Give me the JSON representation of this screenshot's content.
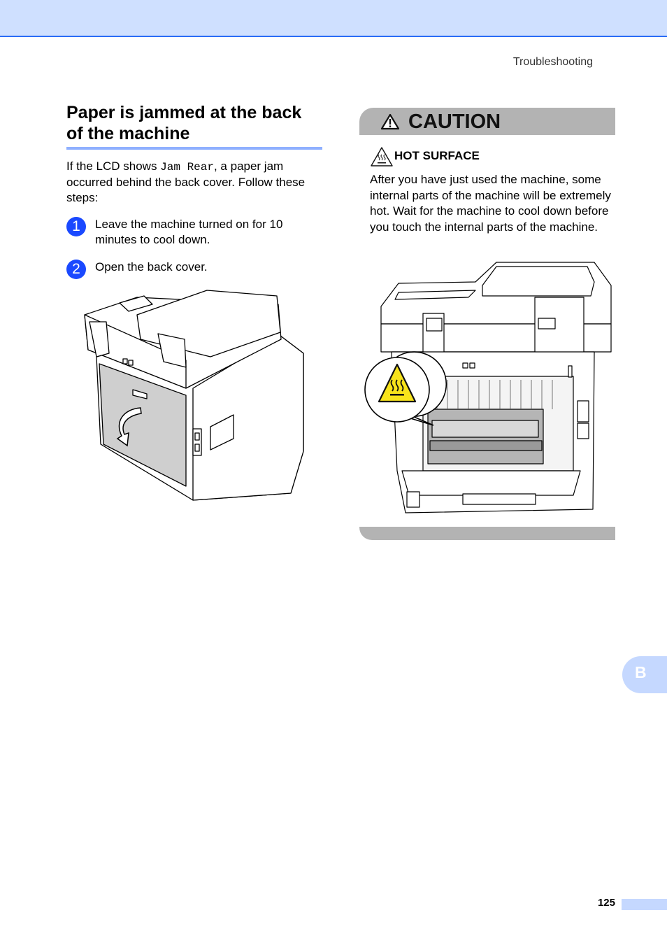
{
  "header": {
    "running_head": "Troubleshooting"
  },
  "section": {
    "title": "Paper is jammed at the back of the machine",
    "intro_prefix": "If the LCD shows ",
    "intro_code": "Jam Rear",
    "intro_suffix": ", a paper jam occurred behind the back cover. Follow these steps:"
  },
  "steps": [
    {
      "number": "1",
      "text": "Leave the machine turned on for 10 minutes to cool down."
    },
    {
      "number": "2",
      "text": "Open the back cover."
    }
  ],
  "caution": {
    "label": "CAUTION",
    "hot_surface_label": "HOT SURFACE",
    "text": "After you have just used the machine, some internal parts of the machine will be extremely hot. Wait for the machine to cool down before you touch the internal parts of the machine."
  },
  "side_tab": {
    "letter": "B"
  },
  "footer": {
    "page_number": "125"
  },
  "colors": {
    "header_band": "#cfe0ff",
    "header_rule": "#2b6cf6",
    "step_badge": "#1a49ff",
    "caution_bar": "#b3b3b3",
    "warning_yellow": "#f7e31b",
    "tab": "#c5d8ff"
  },
  "icons": [
    "warning-triangle-icon",
    "hot-surface-icon",
    "open-arrow-icon"
  ]
}
